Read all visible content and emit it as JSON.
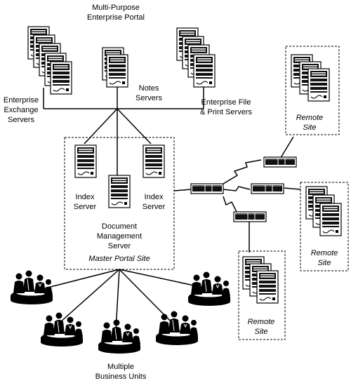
{
  "labels": {
    "portal_line1": "Multi-Purpose",
    "portal_line2": "Enterprise Portal",
    "exchange_line1": "Enterprise",
    "exchange_line2": "Exchange",
    "exchange_line3": "Servers",
    "notes_line1": "Notes",
    "notes_line2": "Servers",
    "fileprint_line1": "Enterprise File",
    "fileprint_line2": "& Print Servers",
    "index_left_line1": "Index",
    "index_left_line2": "Server",
    "index_right_line1": "Index",
    "index_right_line2": "Server",
    "doc_line1": "Document",
    "doc_line2": "Management",
    "doc_line3": "Server",
    "master_site": "Master Portal Site",
    "remote_top_line1": "Remote",
    "remote_top_line2": "Site",
    "remote_right_line1": "Remote",
    "remote_right_line2": "Site",
    "remote_bottom_line1": "Remote",
    "remote_bottom_line2": "Site",
    "units_line1": "Multiple",
    "units_line2": "Business Units"
  }
}
